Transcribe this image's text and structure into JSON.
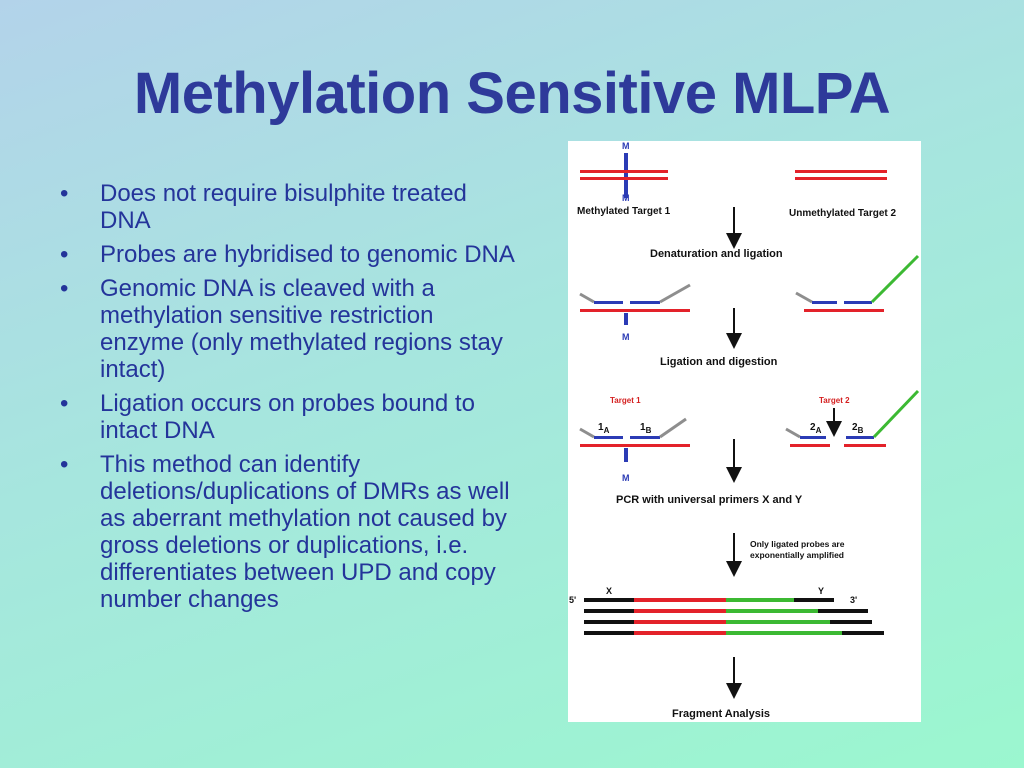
{
  "slide": {
    "title": "Methylation Sensitive MLPA",
    "bullets": [
      "Does not require bisulphite treated DNA",
      "Probes are hybridised to genomic DNA",
      "Genomic DNA is cleaved with a methylation sensitive restriction enzyme (only methylated regions stay intact)",
      "Ligation occurs on probes bound to intact DNA",
      "This method can identify deletions/duplications of DMRs as well as aberrant methylation not caused by gross deletions or duplications, i.e. differentiates between UPD and copy number changes"
    ],
    "bullet_symbol": "•"
  },
  "diagram": {
    "methyl_mark": "M",
    "target_left": "Methylated Target 1",
    "target_right": "Unmethylated Target 2",
    "step1": "Denaturation and ligation",
    "step2": "Ligation and digestion",
    "red_target1": "Target 1",
    "red_target2": "Target 2",
    "probe_1": "1",
    "probe_2": "2",
    "sub_a": "A",
    "sub_b": "B",
    "step3": "PCR with universal primers X and Y",
    "note_line1": "Only ligated probes are",
    "note_line2": "exponentially amplified",
    "primer_x": "X",
    "primer_y": "Y",
    "end_5": "5'",
    "end_3": "3'",
    "step4": "Fragment Analysis",
    "colors": {
      "red": "#e3222a",
      "green": "#3cb933",
      "blue": "#2b3bb5",
      "grey": "#8e8e8e",
      "black": "#111111",
      "label_red": "#d42020"
    }
  }
}
